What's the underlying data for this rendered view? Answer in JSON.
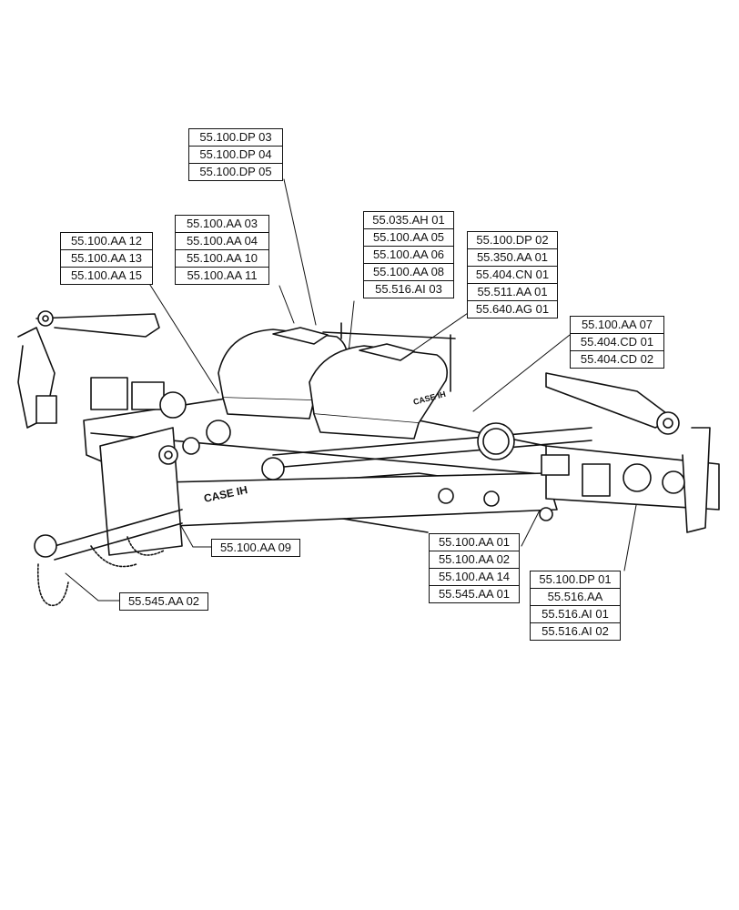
{
  "callouts": {
    "dp_top": [
      "55.100.DP 03",
      "55.100.DP 04",
      "55.100.DP 05"
    ],
    "aa_mid": [
      "55.100.AA 03",
      "55.100.AA 04",
      "55.100.AA 10",
      "55.100.AA 11"
    ],
    "aa_left": [
      "55.100.AA 12",
      "55.100.AA 13",
      "55.100.AA 15"
    ],
    "ah": [
      "55.035.AH 01",
      "55.100.AA 05",
      "55.100.AA 06",
      "55.100.AA 08",
      "55.516.AI 03"
    ],
    "dp02": [
      "55.100.DP 02",
      "55.350.AA 01",
      "55.404.CN 01",
      "55.511.AA 01",
      "55.640.AG 01"
    ],
    "aa07": [
      "55.100.AA 07",
      "55.404.CD 01",
      "55.404.CD 02"
    ],
    "aa09": [
      "55.100.AA 09"
    ],
    "aa01": [
      "55.100.AA 01",
      "55.100.AA 02",
      "55.100.AA 14",
      "55.545.AA 01"
    ],
    "dp01": [
      "55.100.DP 01",
      "55.516.AA",
      "55.516.AI 01",
      "55.516.AI 02"
    ],
    "hitch": [
      "55.545.AA 02"
    ]
  },
  "brand_logo": "CASE IH"
}
